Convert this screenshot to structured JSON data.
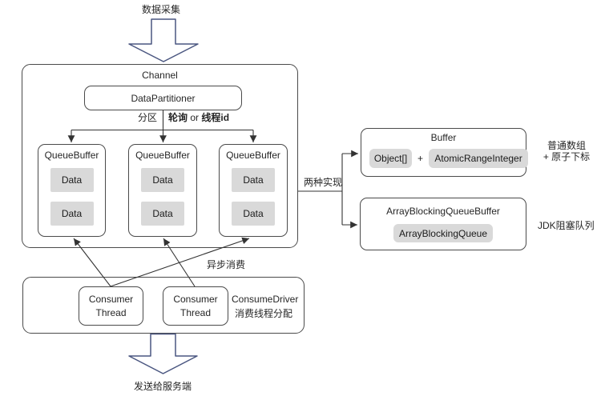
{
  "diagram": {
    "top_flow_label": "数据采集",
    "channel": {
      "title": "Channel",
      "partitioner": "DataPartitioner",
      "partition_left": "分区",
      "partition_bold1": "轮询",
      "partition_or": " or ",
      "partition_bold2": "线程id",
      "queue_buffers": [
        {
          "title": "QueueBuffer",
          "items": [
            "Data",
            "Data"
          ]
        },
        {
          "title": "QueueBuffer",
          "items": [
            "Data",
            "Data"
          ]
        },
        {
          "title": "QueueBuffer",
          "items": [
            "Data",
            "Data"
          ]
        }
      ]
    },
    "impl_label": "两种实现",
    "buffer": {
      "title": "Buffer",
      "pill_array": "Object[]",
      "plus": "+",
      "pill_atomic": "AtomicRangeInteger",
      "note_line1": "普通数组",
      "note_line2": "+ 原子下标"
    },
    "abq": {
      "title": "ArrayBlockingQueueBuffer",
      "pill": "ArrayBlockingQueue",
      "note": "JDK阻塞队列"
    },
    "async_label": "异步消费",
    "consume_driver": {
      "label": "ConsumeDriver",
      "sublabel": "消费线程分配",
      "threads": [
        {
          "line1": "Consumer",
          "line2": "Thread"
        },
        {
          "line1": "Consumer",
          "line2": "Thread"
        }
      ]
    },
    "bottom_flow_label": "发送给服务端"
  },
  "colors": {
    "border": "#4a4a4a",
    "line": "#333333",
    "pill_bg": "#d9d9d9",
    "flow_arrow": "#4a5680",
    "text": "#262626"
  }
}
